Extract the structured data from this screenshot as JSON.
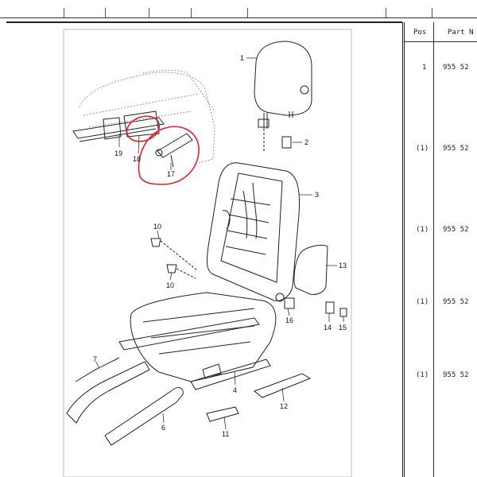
{
  "table": {
    "headers": {
      "pos": "Pos",
      "part": "Part N"
    },
    "rows": [
      {
        "pos": "1",
        "part": "955 52"
      },
      {
        "pos": "(1)",
        "part": "955 52"
      },
      {
        "pos": "(1)",
        "part": "955 52"
      },
      {
        "pos": "(1)",
        "part": "955 52"
      },
      {
        "pos": "(1)",
        "part": "955 52"
      }
    ]
  },
  "diagram": {
    "callouts": [
      "1",
      "2",
      "3",
      "4",
      "6",
      "7",
      "10",
      "10",
      "11",
      "12",
      "13",
      "14",
      "15",
      "16",
      "17",
      "18",
      "19"
    ],
    "highlight_color": "#e0202a",
    "line_color": "#222222"
  }
}
